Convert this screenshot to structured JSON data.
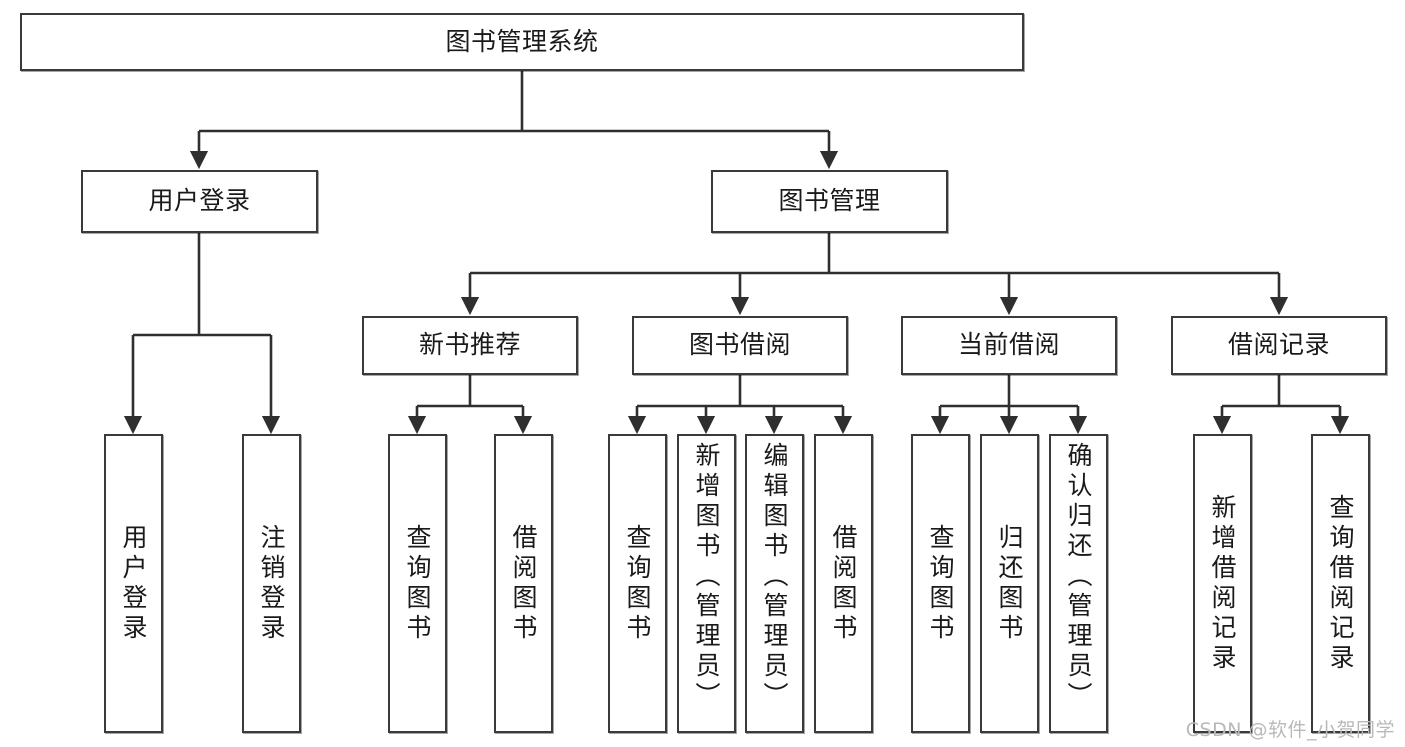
{
  "meta": {
    "title": "图书管理系统 功能结构图",
    "watermark": "CSDN @软件_小贺同学",
    "colors": {
      "background": "#ffffff",
      "border": "#3a3a3a",
      "text": "#1a1a1a",
      "connector": "#2f2f2f",
      "watermark": "#b9b9b9"
    }
  },
  "chart_data": {
    "type": "diagram",
    "diagram_kind": "tree",
    "orientation": "top-down",
    "title": "图书管理系统",
    "root": {
      "id": "root",
      "label": "图书管理系统",
      "children": [
        {
          "id": "user-login",
          "label": "用户登录",
          "children": [
            {
              "id": "user-login-do",
              "label": "用户登录",
              "children": []
            },
            {
              "id": "user-logout",
              "label": "注销登录",
              "children": []
            }
          ]
        },
        {
          "id": "book-manage",
          "label": "图书管理",
          "children": [
            {
              "id": "new-book-rec",
              "label": "新书推荐",
              "children": [
                {
                  "id": "nb-query",
                  "label": "查询图书",
                  "children": []
                },
                {
                  "id": "nb-borrow",
                  "label": "借阅图书",
                  "children": []
                }
              ]
            },
            {
              "id": "book-borrow",
              "label": "图书借阅",
              "children": [
                {
                  "id": "bb-query",
                  "label": "查询图书",
                  "children": []
                },
                {
                  "id": "bb-add",
                  "label": "新增图书（管理员）",
                  "children": []
                },
                {
                  "id": "bb-edit",
                  "label": "编辑图书（管理员）",
                  "children": []
                },
                {
                  "id": "bb-borrow",
                  "label": "借阅图书",
                  "children": []
                }
              ]
            },
            {
              "id": "current-borrow",
              "label": "当前借阅",
              "children": [
                {
                  "id": "cb-query",
                  "label": "查询图书",
                  "children": []
                },
                {
                  "id": "cb-return",
                  "label": "归还图书",
                  "children": []
                },
                {
                  "id": "cb-confirm",
                  "label": "确认归还（管理员）",
                  "children": []
                }
              ]
            },
            {
              "id": "borrow-record",
              "label": "借阅记录",
              "children": [
                {
                  "id": "br-add",
                  "label": "新增借阅记录",
                  "children": []
                },
                {
                  "id": "br-query",
                  "label": "查询借阅记录",
                  "children": []
                }
              ]
            }
          ]
        }
      ]
    },
    "levels": [
      {
        "level": 0,
        "labels": [
          "图书管理系统"
        ]
      },
      {
        "level": 1,
        "labels": [
          "用户登录",
          "图书管理"
        ]
      },
      {
        "level": 2,
        "labels": [
          "新书推荐",
          "图书借阅",
          "当前借阅",
          "借阅记录"
        ]
      },
      {
        "level": 3,
        "labels": [
          "用户登录",
          "注销登录",
          "查询图书",
          "借阅图书",
          "查询图书",
          "新增图书（管理员）",
          "编辑图书（管理员）",
          "借阅图书",
          "查询图书",
          "归还图书",
          "确认归还（管理员）",
          "新增借阅记录",
          "查询借阅记录"
        ]
      }
    ],
    "node_count": 20,
    "edge_count": 19
  },
  "nodes": {
    "root": {
      "label": "图书管理系统"
    },
    "l1": {
      "user_login": {
        "label": "用户登录"
      },
      "book_manage": {
        "label": "图书管理"
      }
    },
    "l2": {
      "new_book_rec": {
        "label": "新书推荐"
      },
      "book_borrow": {
        "label": "图书借阅"
      },
      "current_borrow": {
        "label": "当前借阅"
      },
      "borrow_record": {
        "label": "借阅记录"
      }
    },
    "l3": {
      "leaf_01": {
        "label": "用户登录"
      },
      "leaf_02": {
        "label": "注销登录"
      },
      "leaf_03": {
        "label": "查询图书"
      },
      "leaf_04": {
        "label": "借阅图书"
      },
      "leaf_05": {
        "label": "查询图书"
      },
      "leaf_06": {
        "label": "新增图书（管理员）"
      },
      "leaf_07": {
        "label": "编辑图书（管理员）"
      },
      "leaf_08": {
        "label": "借阅图书"
      },
      "leaf_09": {
        "label": "查询图书"
      },
      "leaf_10": {
        "label": "归还图书"
      },
      "leaf_11": {
        "label": "确认归还（管理员）"
      },
      "leaf_12": {
        "label": "新增借阅记录"
      },
      "leaf_13": {
        "label": "查询借阅记录"
      }
    }
  }
}
